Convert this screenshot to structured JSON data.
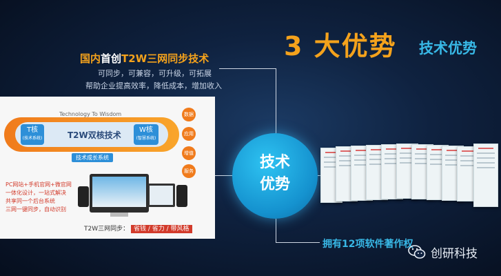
{
  "heading": {
    "main": "3 大优势",
    "sub": "技术优势"
  },
  "tech": {
    "headline_pre": "国内",
    "headline_hi": "首创",
    "headline_post": "T2W三网同步技术",
    "line1": "可同步，可兼容，可升级，可拓展",
    "line2": "帮助企业提高效率，降低成本，增加收入"
  },
  "circle": {
    "line1": "技术",
    "line2": "优势"
  },
  "diagram": {
    "top_label": "Technology To Wisdom",
    "t_label": "T核",
    "t_sub": "(技术系统)",
    "core": "T2W双核技术",
    "w_label": "W核",
    "w_sub": "(智慧系统)",
    "bottom_label": "技术成长系统",
    "nodes": [
      "数据",
      "应用",
      "增值",
      "服务"
    ],
    "bullets": [
      "PC网站+手机官网+微官网",
      "一体化设计，一站式解决",
      "共享同一个后台系统",
      "三网一键同步，自动识别"
    ],
    "footer_label": "T2W三网同步：",
    "footer_items": "省钱 / 省力 / 带风格"
  },
  "footer": {
    "text": "拥有12项软件著作权"
  },
  "brand": {
    "name": "创研科技"
  },
  "colors": {
    "orange": "#f4a21c",
    "blue": "#38b8e6"
  }
}
